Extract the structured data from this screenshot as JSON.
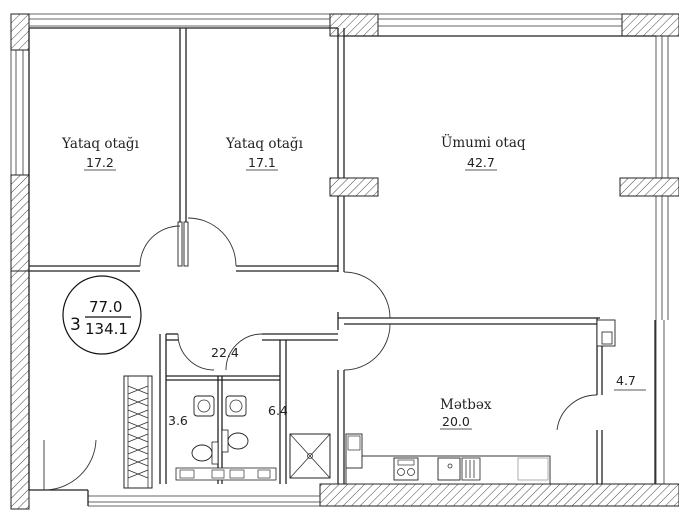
{
  "apartment": {
    "rooms_count": "3",
    "living_area": "77.0",
    "total_area": "134.1"
  },
  "rooms": [
    {
      "name": "Yataq otağı",
      "area": "17.2"
    },
    {
      "name": "Yataq otağı",
      "area": "17.1"
    },
    {
      "name": "Ümumi otaq",
      "area": "42.7"
    },
    {
      "name": "Mətbəx",
      "area": "20.0"
    },
    {
      "name": "",
      "area": "22.4"
    },
    {
      "name": "",
      "area": "3.6"
    },
    {
      "name": "",
      "area": "6.4"
    },
    {
      "name": "",
      "area": "4.7"
    }
  ]
}
